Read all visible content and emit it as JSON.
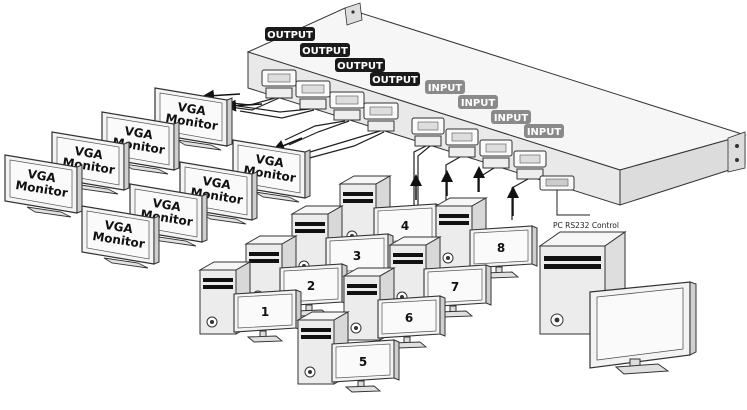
{
  "labels": {
    "outputs": [
      "OUTPUT",
      "OUTPUT",
      "OUTPUT",
      "OUTPUT"
    ],
    "inputs": [
      "INPUT",
      "INPUT",
      "INPUT",
      "INPUT"
    ],
    "rs232": "PC RS232 Control"
  },
  "monitors": [
    {
      "line1": "VGA",
      "line2": "Monitor"
    },
    {
      "line1": "VGA",
      "line2": "Monitor"
    },
    {
      "line1": "VGA",
      "line2": "Monitor"
    },
    {
      "line1": "VGA",
      "line2": "Monitor"
    },
    {
      "line1": "VGA",
      "line2": "Monitor"
    },
    {
      "line1": "VGA",
      "line2": "Monitor"
    },
    {
      "line1": "VGA",
      "line2": "Monitor"
    },
    {
      "line1": "VGA",
      "line2": "Monitor"
    }
  ],
  "computers": [
    "1",
    "2",
    "3",
    "4",
    "5",
    "6",
    "7",
    "8"
  ],
  "colors": {
    "label_dark": "#1a1a1a",
    "label_gray": "#8a8a8a",
    "chassis": "#f2f2f2",
    "stroke": "#333333"
  }
}
